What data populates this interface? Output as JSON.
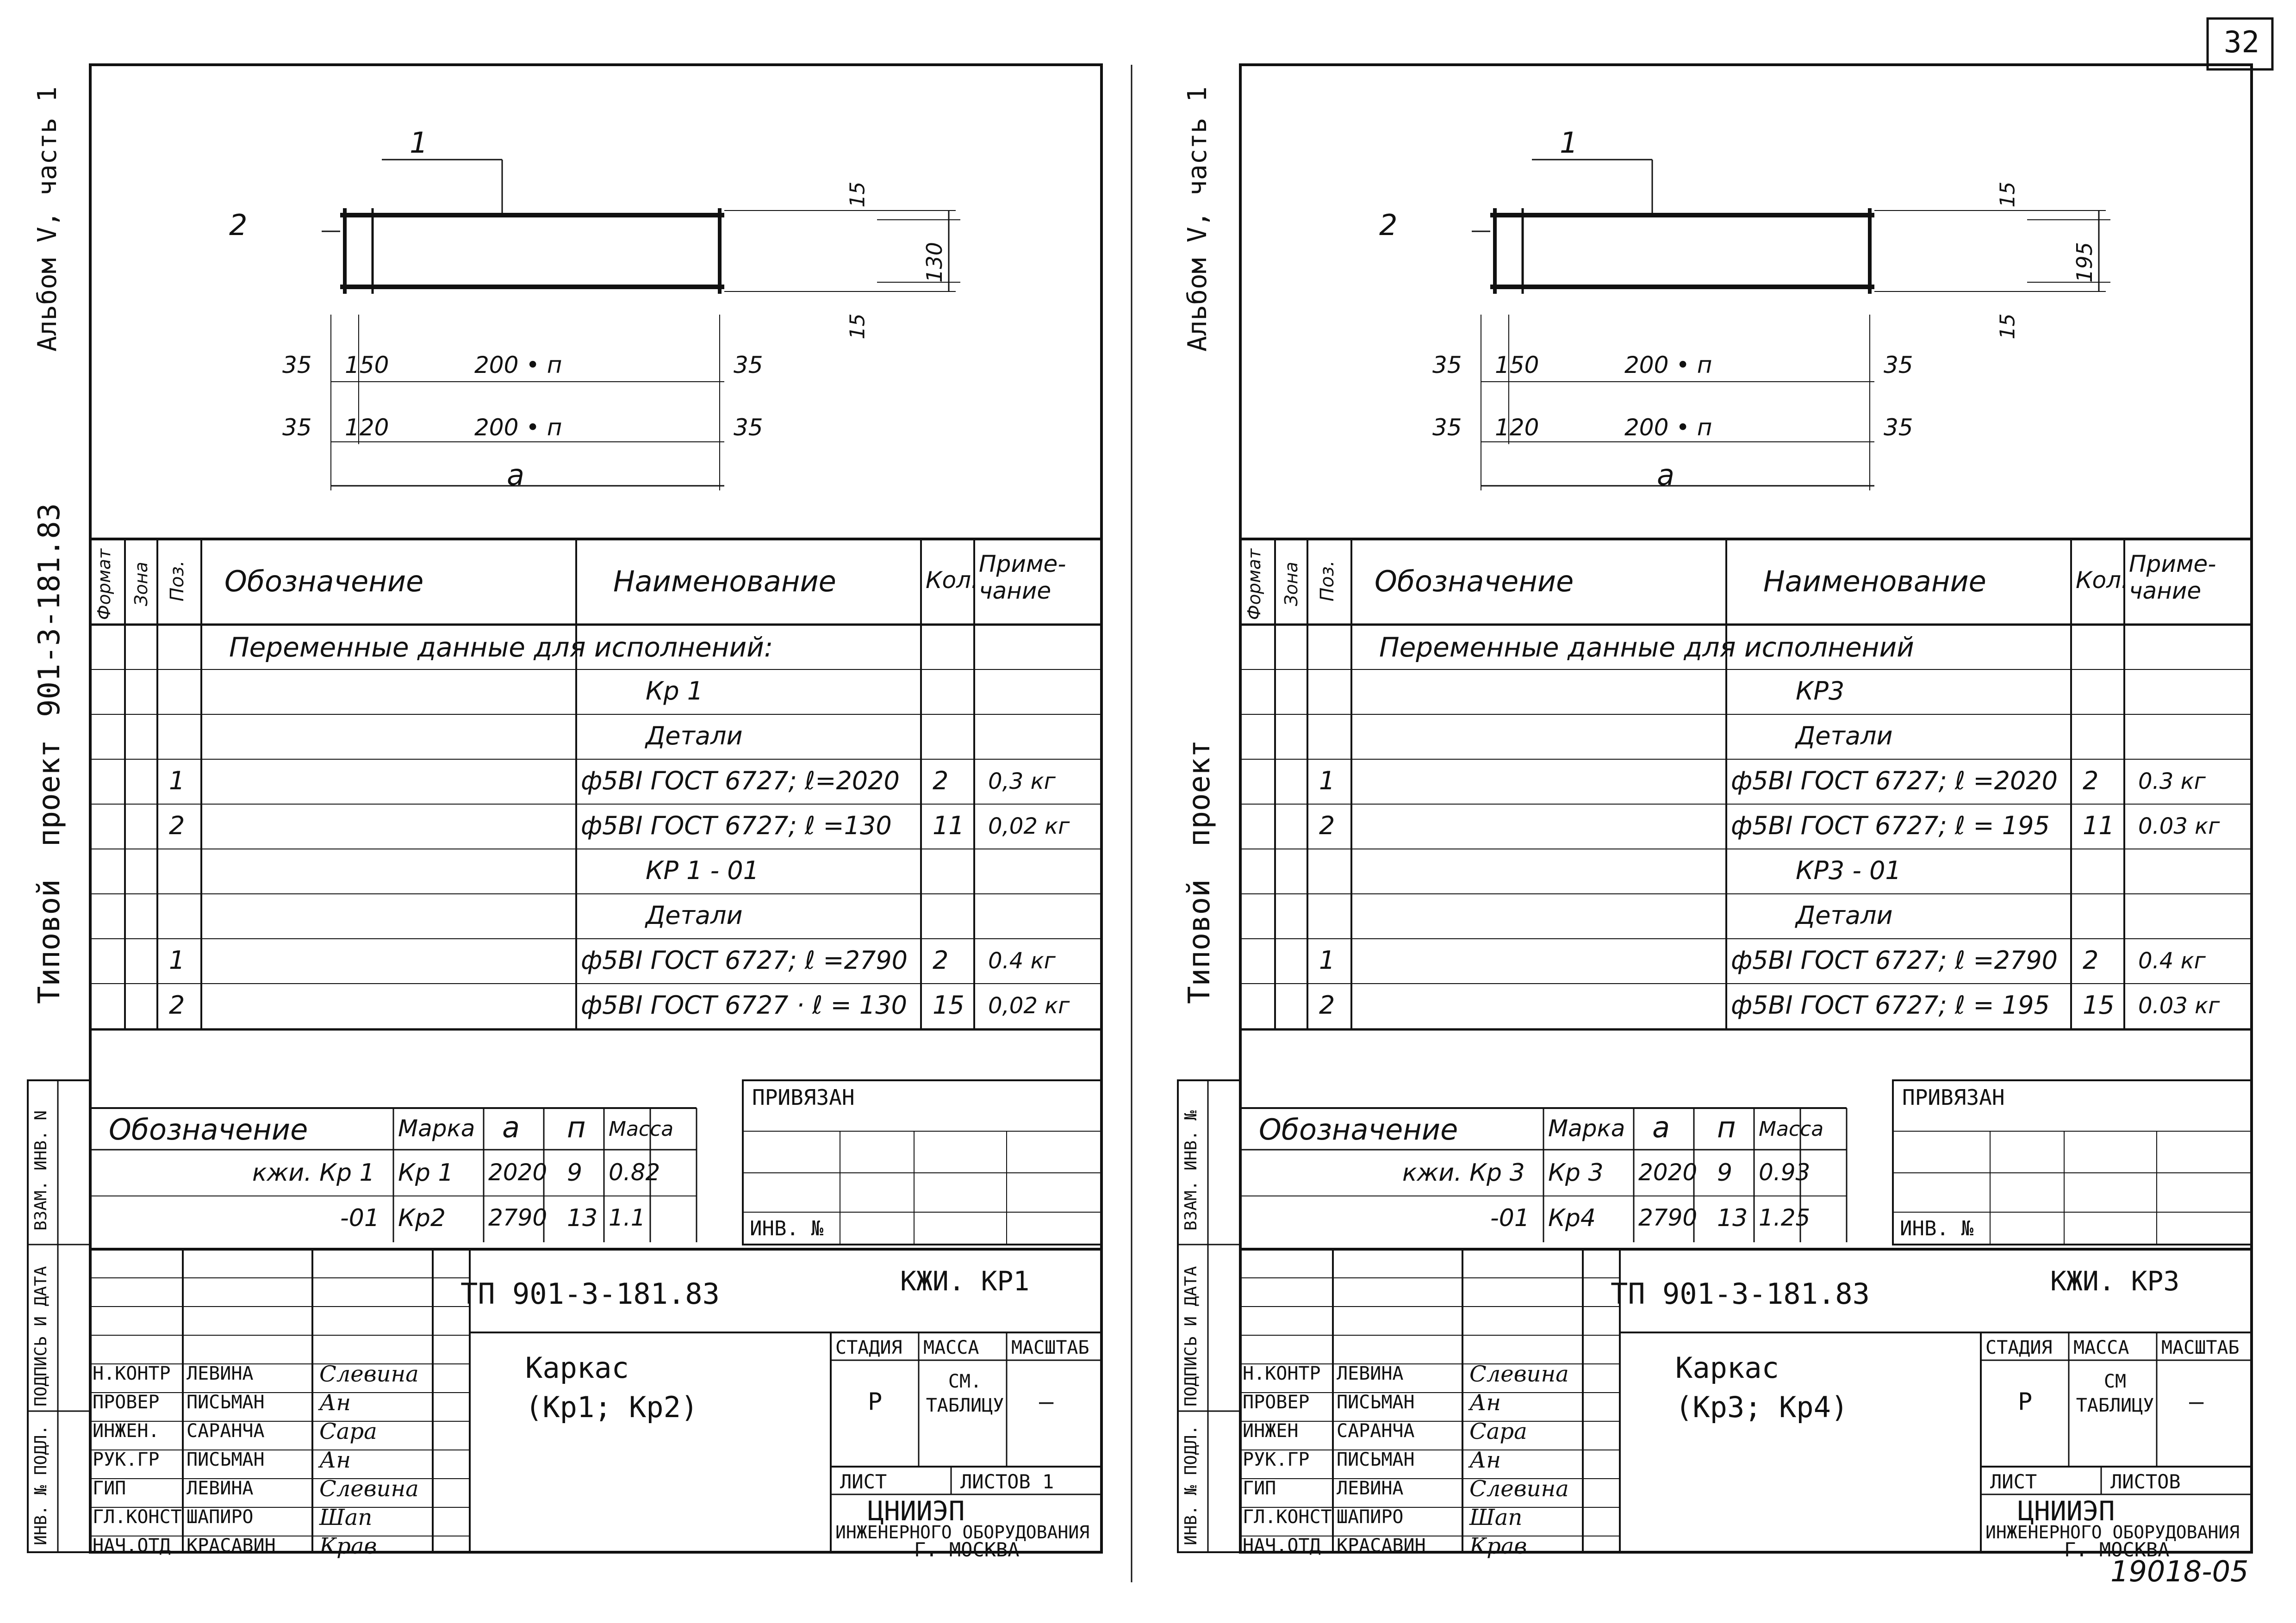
{
  "page_number": "32",
  "bottom_number": "19018-05",
  "sheets": [
    {
      "spine": {
        "typical": "Типовой",
        "project": "проект",
        "code": "901-3-181.83",
        "album": "Альбом V, часть 1"
      },
      "drawing": {
        "pos1": "1",
        "pos2": "2",
        "dim_15a": "15",
        "dim_15b": "15",
        "dim_h": "130",
        "row1": [
          "35",
          "150",
          "200 • п",
          "35"
        ],
        "row2": [
          "35",
          "120",
          "200 • п",
          "35"
        ],
        "a": "а"
      },
      "spec_header": {
        "format": "Формат",
        "zone": "Зона",
        "pos": "Поз.",
        "designation": "Обозначение",
        "name": "Наименование",
        "qty": "Кол.",
        "note": "Приме-чание"
      },
      "spec_rows": [
        {
          "pos": "",
          "name": "Переменные данные для исполнений:",
          "qty": "",
          "note": ""
        },
        {
          "pos": "",
          "name": "Кр 1",
          "qty": "",
          "note": ""
        },
        {
          "pos": "",
          "name": "Детали",
          "qty": "",
          "note": ""
        },
        {
          "pos": "1",
          "name": "ф5ВI ГОСТ 6727; ℓ=2020",
          "qty": "2",
          "note": "0,3 кг"
        },
        {
          "pos": "2",
          "name": "ф5ВI ГОСТ 6727; ℓ =130",
          "qty": "11",
          "note": "0,02 кг"
        },
        {
          "pos": "",
          "name": "КР 1 - 01",
          "qty": "",
          "note": ""
        },
        {
          "pos": "",
          "name": "Детали",
          "qty": "",
          "note": ""
        },
        {
          "pos": "1",
          "name": "ф5ВI ГОСТ 6727; ℓ =2790",
          "qty": "2",
          "note": "0.4 кг"
        },
        {
          "pos": "2",
          "name": "ф5ВI ГОСТ 6727 · ℓ = 130",
          "qty": "15",
          "note": "0,02 кг"
        }
      ],
      "var_header": {
        "designation": "Обозначение",
        "mark": "Марка",
        "a": "а",
        "n": "п",
        "mass": "Масса"
      },
      "var_rows": [
        {
          "designation": "кжи. Кр 1",
          "mark": "Кр 1",
          "a": "2020",
          "n": "9",
          "mass": "0.82"
        },
        {
          "designation": "-01",
          "mark": "Кр2",
          "a": "2790",
          "n": "13",
          "mass": "1.1"
        }
      ],
      "privyazan": "ПРИВЯЗАН",
      "inv_no": "ИНВ. №",
      "left_strip": {
        "inv": "ИНВ. № ПОДЛ.",
        "sign": "ПОДПИСЬ И ДАТА",
        "vzam": "ВЗАМ. ИНВ. N"
      },
      "doc_code": "ТП 901-3-181.83",
      "doc_mark": "КЖИ. КР1",
      "title": "Каркас",
      "title_sub": "(Кр1; Кр2)",
      "stage_header": [
        "СТАДИЯ",
        "МАССА",
        "МАСШТАБ"
      ],
      "stage_values": [
        "Р",
        "СМ. ТАБЛИЦУ",
        "—"
      ],
      "sheet_label": "ЛИСТ",
      "sheets_label": "ЛИСТОВ 1",
      "org": "ЦНИИЭП",
      "org_sub": "ИНЖЕНЕРНОГО ОБОРУДОВАНИЯ",
      "city": "Г. МОСКВА",
      "staff": [
        {
          "role": "Н.КОНТР",
          "name": "ЛЕВИНА",
          "sign": "Слевина"
        },
        {
          "role": "ПРОВЕР",
          "name": "ПИСЬМАН",
          "sign": "Ан"
        },
        {
          "role": "ИНЖЕН.",
          "name": "САРАНЧА",
          "sign": "Сара"
        },
        {
          "role": "РУК.ГР",
          "name": "ПИСЬМАН",
          "sign": "Ан"
        },
        {
          "role": "ГИП",
          "name": "ЛЕВИНА",
          "sign": "Слевина"
        },
        {
          "role": "ГЛ.КОНСТ",
          "name": "ШАПИРО",
          "sign": "Шап"
        },
        {
          "role": "НАЧ.ОТД",
          "name": "КРАСАВИН",
          "sign": "Крав"
        }
      ]
    },
    {
      "spine": {
        "typical": "Типовой",
        "project": "проект",
        "code": "",
        "album": "Альбом V, часть 1"
      },
      "drawing": {
        "pos1": "1",
        "pos2": "2",
        "dim_15a": "15",
        "dim_15b": "15",
        "dim_h": "195",
        "row1": [
          "35",
          "150",
          "200 • п",
          "35"
        ],
        "row2": [
          "35",
          "120",
          "200 • п",
          "35"
        ],
        "a": "а"
      },
      "spec_header": {
        "format": "Формат",
        "zone": "Зона",
        "pos": "Поз.",
        "designation": "Обозначение",
        "name": "Наименование",
        "qty": "Кол.",
        "note": "Приме-чание"
      },
      "spec_rows": [
        {
          "pos": "",
          "name": "Переменные данные для исполнений",
          "qty": "",
          "note": ""
        },
        {
          "pos": "",
          "name": "КР3",
          "qty": "",
          "note": ""
        },
        {
          "pos": "",
          "name": "Детали",
          "qty": "",
          "note": ""
        },
        {
          "pos": "1",
          "name": "ф5ВI ГОСТ 6727; ℓ =2020",
          "qty": "2",
          "note": "0.3 кг"
        },
        {
          "pos": "2",
          "name": "ф5ВI ГОСТ 6727; ℓ = 195",
          "qty": "11",
          "note": "0.03 кг"
        },
        {
          "pos": "",
          "name": "КР3 - 01",
          "qty": "",
          "note": ""
        },
        {
          "pos": "",
          "name": "Детали",
          "qty": "",
          "note": ""
        },
        {
          "pos": "1",
          "name": "ф5ВI ГОСТ 6727; ℓ =2790",
          "qty": "2",
          "note": "0.4 кг"
        },
        {
          "pos": "2",
          "name": "ф5ВI ГОСТ 6727; ℓ = 195",
          "qty": "15",
          "note": "0.03 кг"
        }
      ],
      "var_header": {
        "designation": "Обозначение",
        "mark": "Марка",
        "a": "а",
        "n": "п",
        "mass": "Масса"
      },
      "var_rows": [
        {
          "designation": "кжи. Кр 3",
          "mark": "Кр 3",
          "a": "2020",
          "n": "9",
          "mass": "0.93"
        },
        {
          "designation": "-01",
          "mark": "Кр4",
          "a": "2790",
          "n": "13",
          "mass": "1.25"
        }
      ],
      "privyazan": "ПРИВЯЗАН",
      "inv_no": "ИНВ. №",
      "left_strip": {
        "inv": "ИНВ. № ПОДЛ.",
        "sign": "ПОДПИСЬ И ДАТА",
        "vzam": "ВЗАМ. ИНВ. №"
      },
      "doc_code": "ТП 901-3-181.83",
      "doc_mark": "КЖИ. КР3",
      "title": "Каркас",
      "title_sub": "(Кр3; Кр4)",
      "stage_header": [
        "СТАДИЯ",
        "МАССА",
        "МАСШТАБ"
      ],
      "stage_values": [
        "Р",
        "СМ ТАБЛИЦУ",
        "—"
      ],
      "sheet_label": "ЛИСТ",
      "sheets_label": "ЛИСТОВ",
      "org": "ЦНИИЭП",
      "org_sub": "ИНЖЕНЕРНОГО ОБОРУДОВАНИЯ",
      "city": "Г. МОСКВА",
      "staff": [
        {
          "role": "Н.КОНТР",
          "name": "ЛЕВИНА",
          "sign": "Слевина"
        },
        {
          "role": "ПРОВЕР",
          "name": "ПИСЬМАН",
          "sign": "Ан"
        },
        {
          "role": "ИНЖЕН",
          "name": "САРАНЧА",
          "sign": "Сара"
        },
        {
          "role": "РУК.ГР",
          "name": "ПИСЬМАН",
          "sign": "Ан"
        },
        {
          "role": "ГИП",
          "name": "ЛЕВИНА",
          "sign": "Слевина"
        },
        {
          "role": "ГЛ.КОНСТ",
          "name": "ШАПИРО",
          "sign": "Шап"
        },
        {
          "role": "НАЧ.ОТД",
          "name": "КРАСАВИН",
          "sign": "Крав"
        }
      ]
    }
  ]
}
